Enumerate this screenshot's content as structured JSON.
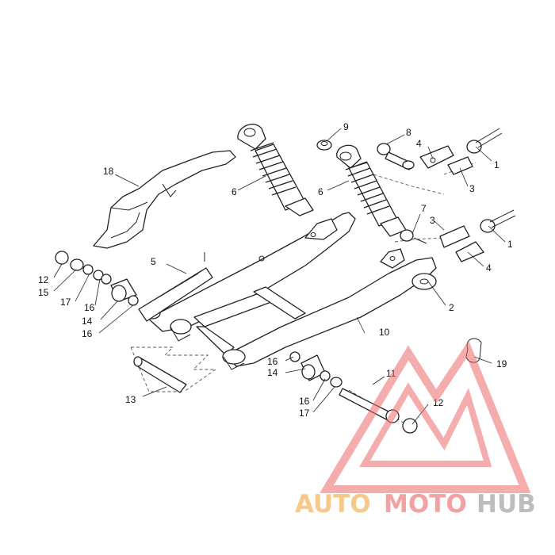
{
  "callouts": {
    "c1a": "1",
    "c1b": "1",
    "c2": "2",
    "c3a": "3",
    "c3b": "3",
    "c4a": "4",
    "c4b": "4",
    "c5": "5",
    "c6a": "6",
    "c6b": "6",
    "c7": "7",
    "c8": "8",
    "c9": "9",
    "c10": "10",
    "c11": "11",
    "c12a": "12",
    "c12b": "12",
    "c13": "13",
    "c14a": "14",
    "c14b": "14",
    "c15": "15",
    "c16a": "16",
    "c16b": "16",
    "c16c": "16",
    "c16d": "16",
    "c17a": "17",
    "c17b": "17",
    "c18": "18",
    "c19": "19"
  },
  "watermark": {
    "brand_part1": "AUTO",
    "brand_part2": "MOTO",
    "brand_part3": "HUB",
    "color_part1": "#f6c88a",
    "color_part2": "#f2a2a2",
    "color_part3": "#bdbdbd",
    "logo_color": "#ec6a6a"
  }
}
